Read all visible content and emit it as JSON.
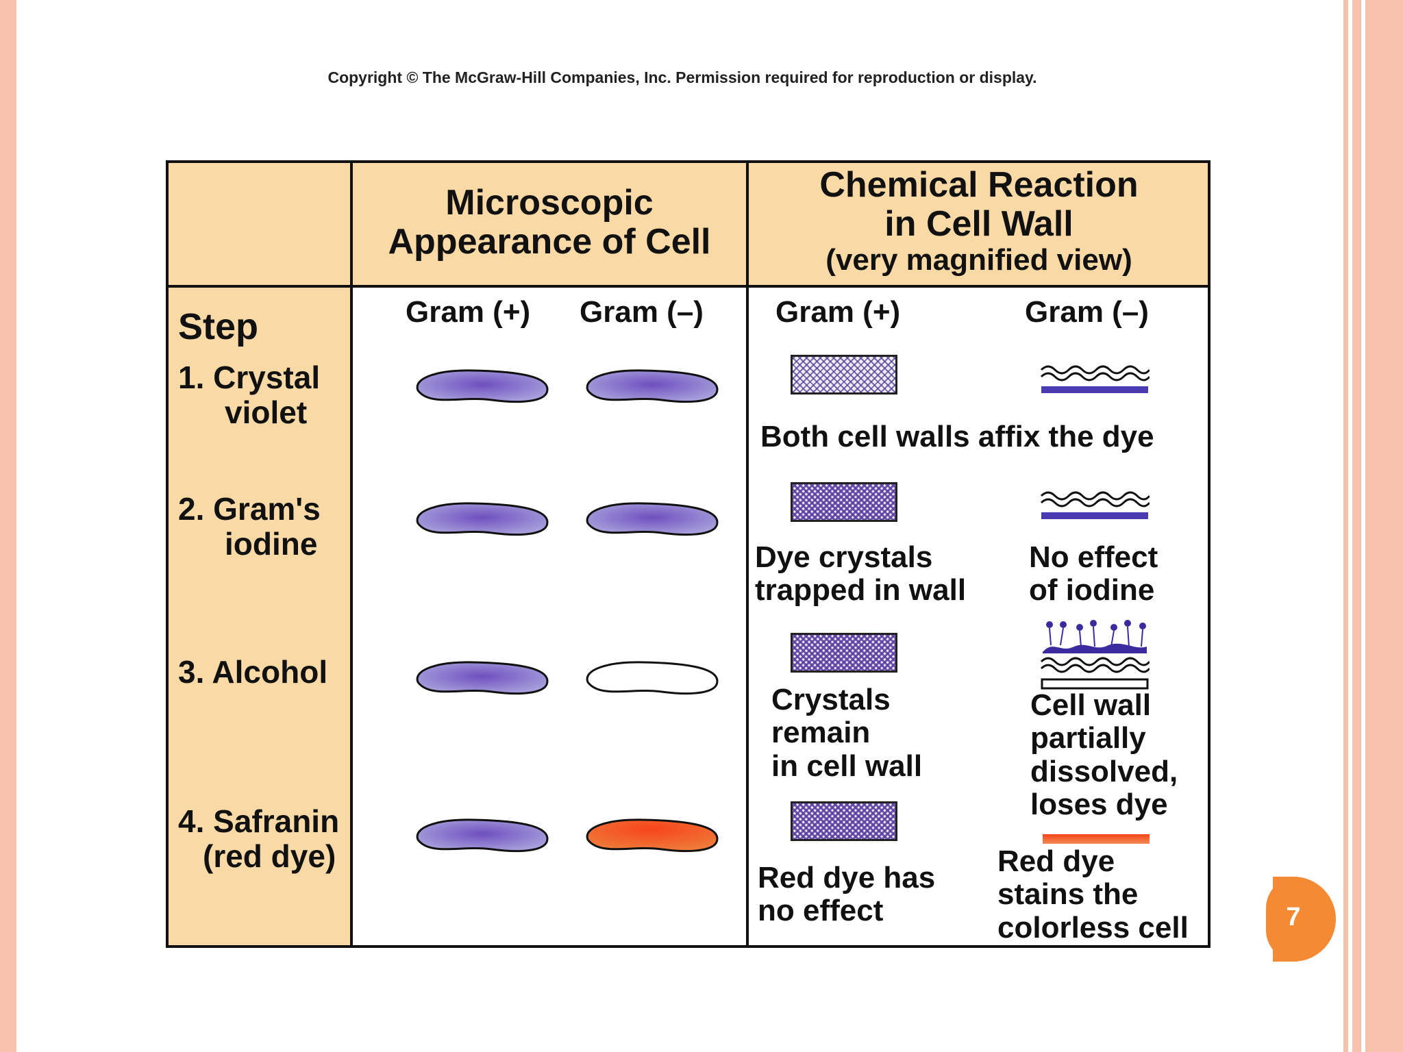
{
  "copyright": "Copyright © The McGraw-Hill Companies, Inc. Permission required for reproduction or display.",
  "headers": {
    "microscopic": [
      "Microscopic",
      "Appearance of Cell"
    ],
    "chemical": [
      "Chemical Reaction",
      "in Cell Wall",
      "(very magnified view)"
    ]
  },
  "subheaders": {
    "micro_pos": "Gram (+)",
    "micro_neg": "Gram (–)",
    "chem_pos": "Gram (+)",
    "chem_neg": "Gram (–)"
  },
  "step_title": "Step",
  "steps": [
    {
      "line1": "1. Crystal",
      "line2": "violet"
    },
    {
      "line1": "2. Gram's",
      "line2": "iodine"
    },
    {
      "line1": "3. Alcohol",
      "line2": ""
    },
    {
      "line1": "4. Safranin",
      "line2": "(red dye)"
    }
  ],
  "reactions": {
    "step1_both": "Both cell walls affix the dye",
    "step2_pos": [
      "Dye crystals",
      "trapped in wall"
    ],
    "step2_neg": [
      "No effect",
      "of iodine"
    ],
    "step3_pos": [
      "Crystals",
      "remain",
      "in cell wall"
    ],
    "step3_neg": [
      "Cell wall",
      "partially",
      "dissolved,",
      "loses dye"
    ],
    "step4_pos": [
      "Red dye has",
      "no effect"
    ],
    "step4_neg": [
      "Red dye",
      "stains the",
      "colorless cell"
    ]
  },
  "cell_colors": {
    "purple": "#7b6fc4",
    "colorless": "#ffffff",
    "red": "#ef4a1c"
  },
  "page_number": "7"
}
